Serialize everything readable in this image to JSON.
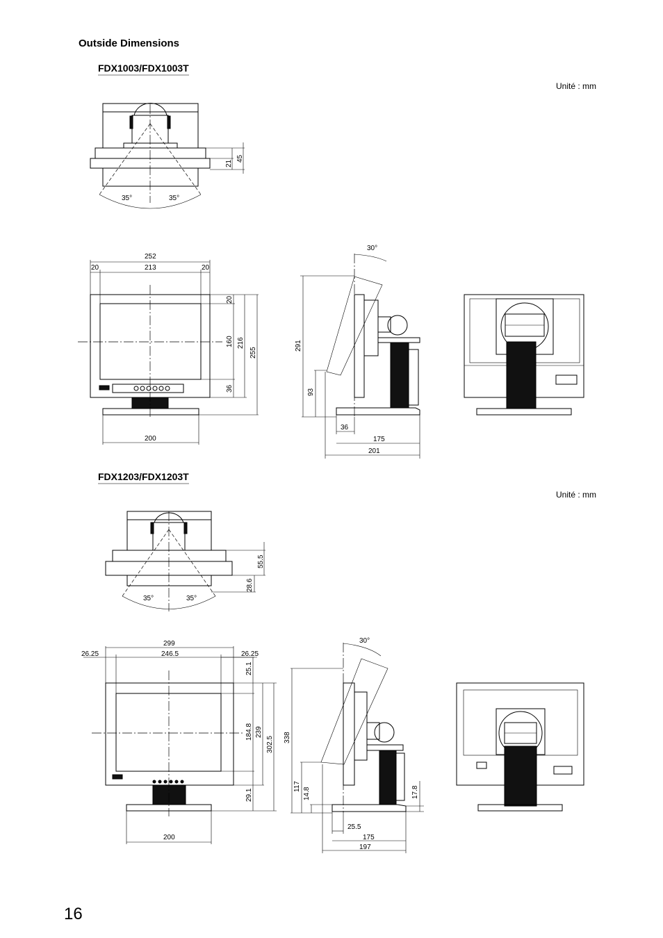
{
  "page": {
    "section_title": "Outside Dimensions",
    "page_number": "16"
  },
  "model_a": {
    "name": "FDX1003/FDX1003T",
    "unit": "Unité : mm",
    "top_view": {
      "swivel_left": "35°",
      "swivel_right": "35°",
      "depth_a": "21",
      "depth_b": "45"
    },
    "front_view": {
      "total_width": "252",
      "screen_width": "213",
      "left_margin": "20",
      "right_margin": "20",
      "top_margin": "20",
      "screen_height": "160",
      "bottom_margin": "36",
      "panel_height": "216",
      "total_height": "255",
      "base_width": "200"
    },
    "side_view": {
      "tilt": "30°",
      "max_height": "291",
      "min_height": "93",
      "front_offset": "36",
      "base_depth": "175",
      "total_depth": "201"
    }
  },
  "model_b": {
    "name": "FDX1203/FDX1203T",
    "unit": "Unité : mm",
    "top_view": {
      "swivel_left": "35°",
      "swivel_right": "35°",
      "depth_a": "55.5",
      "depth_b": "28.6"
    },
    "front_view": {
      "total_width": "299",
      "screen_width": "246.5",
      "left_margin": "26.25",
      "right_margin": "26.25",
      "top_margin": "25.1",
      "screen_height": "184.8",
      "bottom_margin": "29.1",
      "panel_height": "239",
      "total_height": "302.5",
      "base_width": "200"
    },
    "side_view": {
      "tilt": "30°",
      "max_height": "338",
      "min_height": "117",
      "base_height": "14.8",
      "rear_height": "17.8",
      "front_offset": "25.5",
      "base_depth": "175",
      "total_depth": "197"
    }
  }
}
